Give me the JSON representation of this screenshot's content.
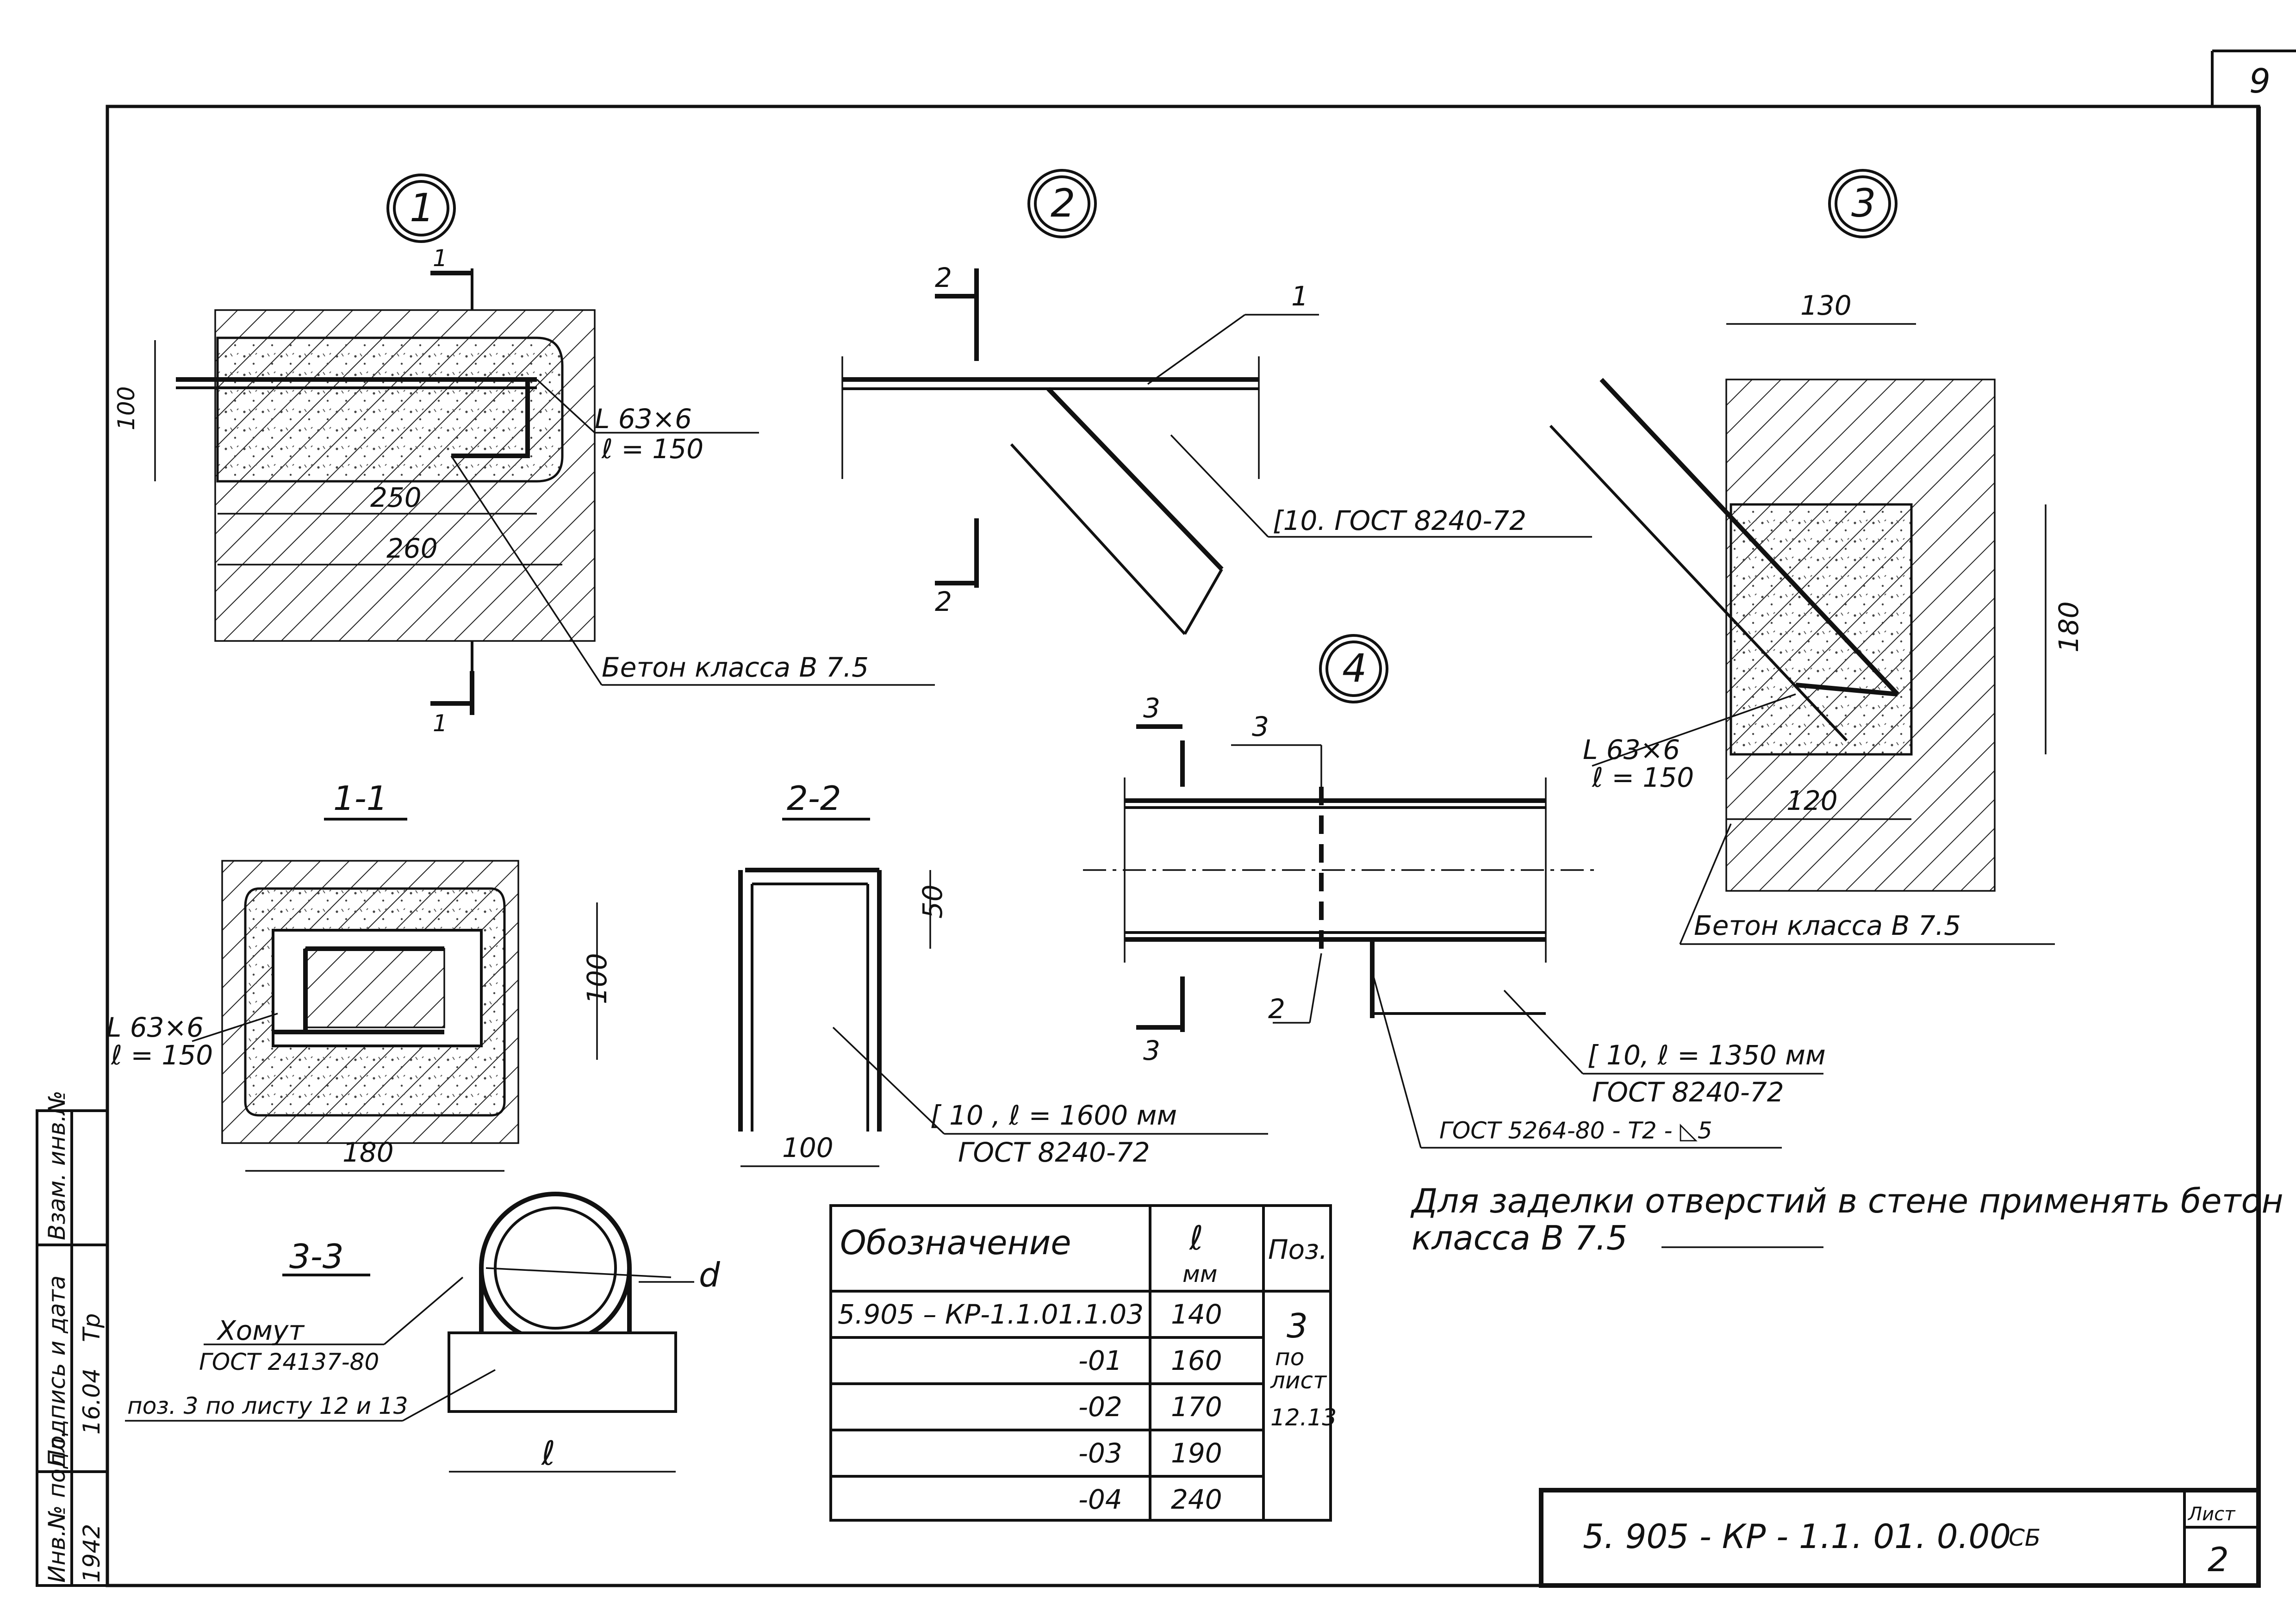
{
  "sheet_number": "9",
  "details": {
    "d1": {
      "marker": "1",
      "angle": "L 63×6",
      "length": "ℓ = 150",
      "dim_height": "100",
      "dim_inner": "250",
      "dim_outer": "260",
      "cut_label": "1"
    },
    "d2": {
      "marker": "2",
      "pos": "1",
      "channel": "[10. ГОСТ 8240-72",
      "cut_label": "2"
    },
    "d3": {
      "marker": "3",
      "dim_top": "130",
      "dim_height": "180",
      "dim_bottom": "120",
      "angle": "L 63×6",
      "length": "ℓ = 150",
      "concrete": "Бетон  класса  В 7.5"
    },
    "d4": {
      "marker": "4",
      "cut_label": "3",
      "pos_top": "3",
      "pos_bottom": "2",
      "channel": "[ 10, ℓ = 1350 мм",
      "channel_std": "ГОСТ  8240-72",
      "weld": "ГОСТ  5264-80 - Т2 - ◺5"
    }
  },
  "concrete_note": "Бетон  класса  В 7.5",
  "section_1_1": {
    "title": "1-1",
    "angle": "L 63×6",
    "length": "ℓ = 150",
    "dim_height": "100",
    "dim_width": "180"
  },
  "section_2_2": {
    "title": "2-2",
    "dim_top": "50",
    "dim_width": "100",
    "channel": "[ 10 ,  ℓ = 1600 мм",
    "channel_std": "ГОСТ  8240-72"
  },
  "section_3_3": {
    "title": "3-3",
    "clamp": "Хомут",
    "clamp_std": "ГОСТ  24137-80",
    "pos_ref": "поз. 3 по листу 12 и 13",
    "dim_d": "d",
    "dim_l": "ℓ"
  },
  "table": {
    "headers": [
      "Обозначение",
      "ℓ",
      "мм",
      "Поз."
    ],
    "rows": [
      {
        "designation": "5.905 – КР-1.1.01.1.03",
        "l": "140"
      },
      {
        "designation": "-01",
        "l": "160"
      },
      {
        "designation": "-02",
        "l": "170"
      },
      {
        "designation": "-03",
        "l": "190"
      },
      {
        "designation": "-04",
        "l": "240"
      }
    ],
    "pos": [
      "3",
      "по",
      "лист",
      "12.13"
    ]
  },
  "note": {
    "line1": "Для  заделки  отверстий  в  стене  применять  бетон",
    "line2": "класса   В 7.5"
  },
  "title_block": {
    "code": "5. 905 - КР - 1.1. 01. 0.00",
    "type": "СБ",
    "sheet_label": "Лист",
    "sheet_value": "2"
  },
  "side_stamp": {
    "labels": [
      "Инв.№ подл.",
      "Подпись и дата",
      "Взам. инв.№"
    ],
    "values": [
      "1942",
      "16.04",
      "Тр"
    ]
  }
}
